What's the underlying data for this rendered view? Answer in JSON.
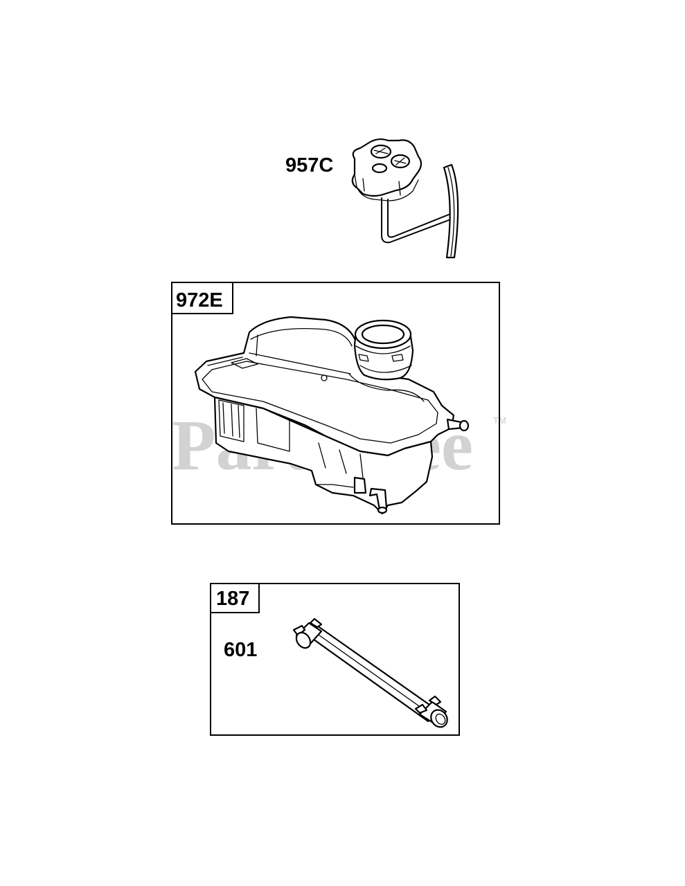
{
  "watermark": {
    "text": "PartsTree",
    "trademark": "TM",
    "color": "#d2d2d2"
  },
  "parts": {
    "fuel_cap": {
      "label": "957C"
    },
    "fuel_tank": {
      "label": "972E"
    },
    "fuel_line_kit": {
      "label": "187"
    },
    "fuel_line": {
      "label": "601"
    }
  }
}
